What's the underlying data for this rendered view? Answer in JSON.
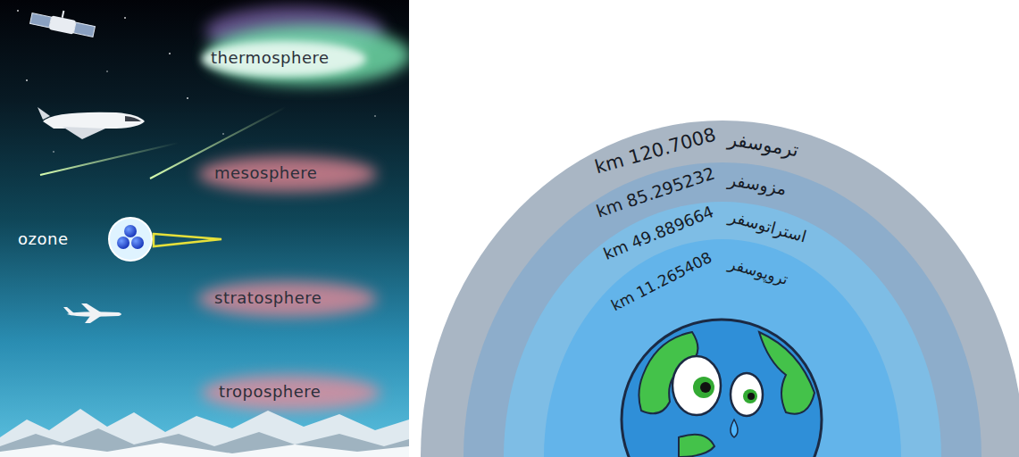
{
  "diagram": {
    "nodes": [
      {
        "text": [
          "ترموسفر",
          "km 120.7008"
        ]
      },
      {
        "text": [
          "مزوسفر",
          "km 85.295232"
        ],
        "in": 0
      },
      {
        "text": [
          "استراتوسفر",
          "km 49.889664"
        ],
        "in": 1
      },
      {
        "text": [
          "تروپوسفر",
          "km 11.265408"
        ],
        "in": 2
      }
    ],
    "labels": [
      "thermosphere",
      "mesosphere",
      "ozone",
      "stratosphere",
      "troposphere"
    ]
  }
}
